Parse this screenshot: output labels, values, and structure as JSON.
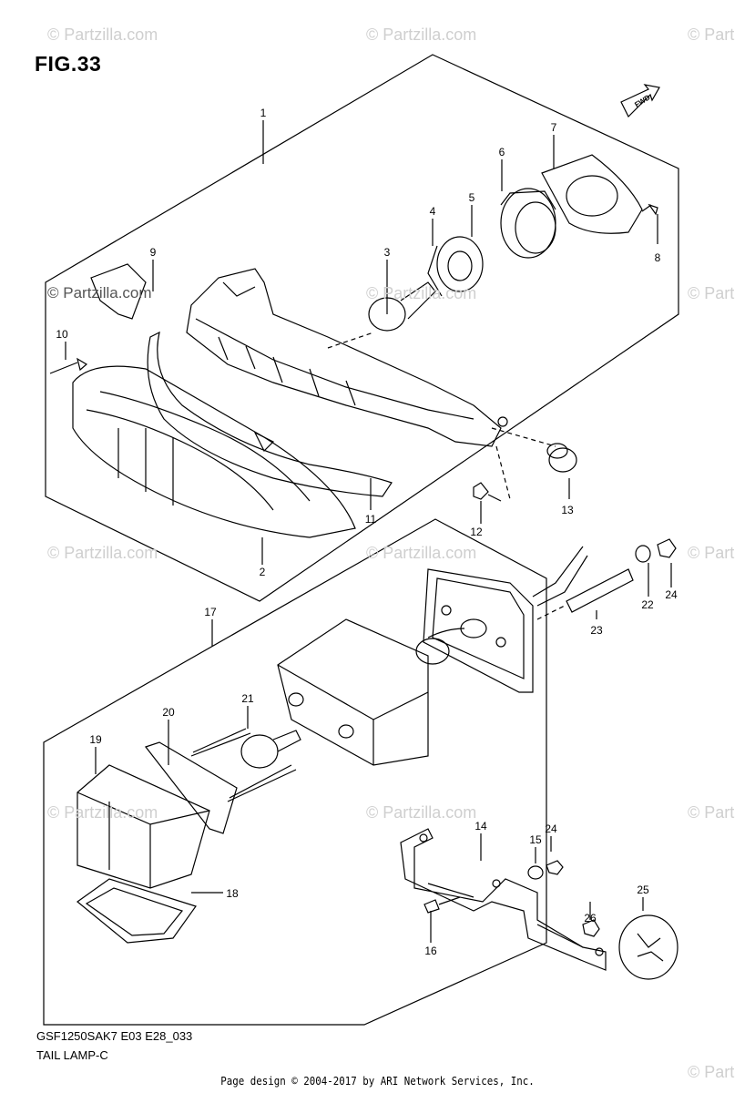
{
  "figure": {
    "title": "FIG.33"
  },
  "fwd_label": "FWD",
  "part_numbers": [
    "1",
    "2",
    "3",
    "4",
    "5",
    "6",
    "7",
    "8",
    "9",
    "10",
    "11",
    "12",
    "13",
    "17",
    "19",
    "20",
    "21",
    "18",
    "14",
    "15",
    "24",
    "16",
    "26",
    "25",
    "22",
    "24",
    "23"
  ],
  "footer": {
    "code": "GSF1250SAK7 E03 E28_033",
    "name": "TAIL LAMP-C",
    "credit": "Page design © 2004-2017 by ARI Network Services, Inc."
  },
  "watermarks": {
    "main": "© Partzilla.com",
    "faint": "© Partzilla.com",
    "edge": "© Part"
  }
}
